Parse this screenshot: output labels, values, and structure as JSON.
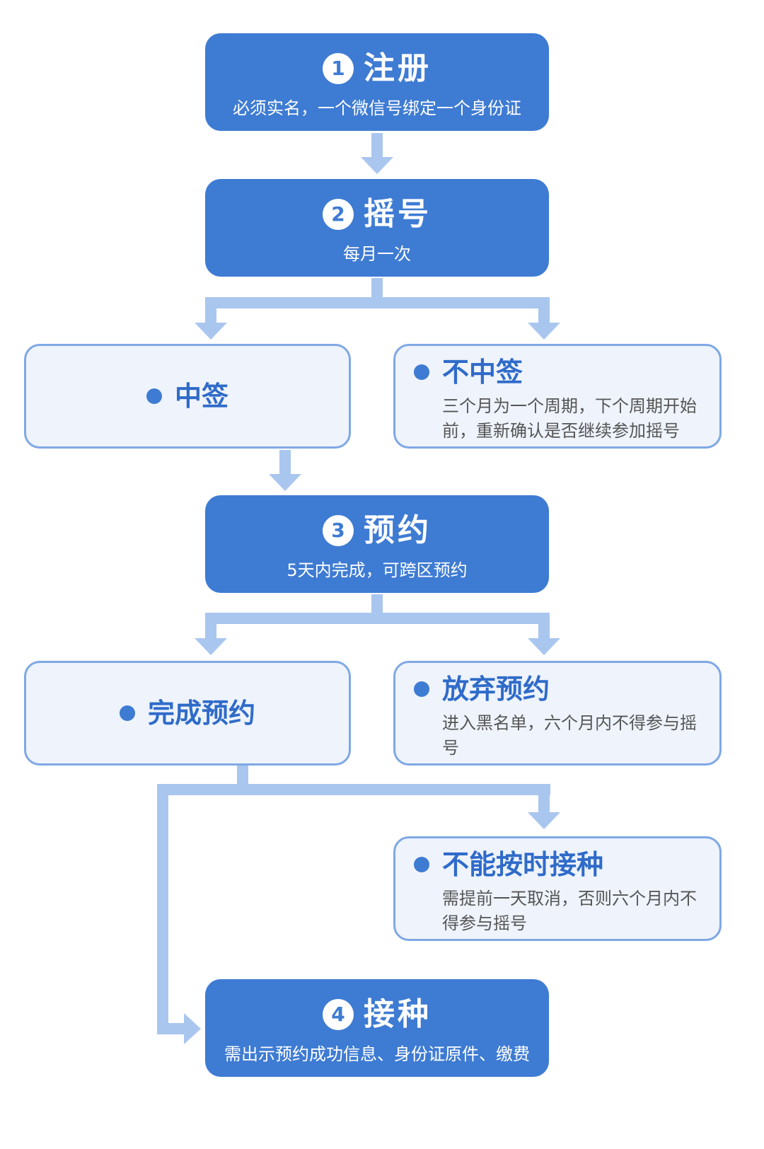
{
  "steps": [
    {
      "num": "1",
      "title": "注册",
      "desc": "必须实名，一个微信号绑定一个身份证"
    },
    {
      "num": "2",
      "title": "摇号",
      "desc": "每月一次"
    },
    {
      "num": "3",
      "title": "预约",
      "desc": "5天内完成，可跨区预约"
    },
    {
      "num": "4",
      "title": "接种",
      "desc": "需出示预约成功信息、身份证原件、缴费"
    }
  ],
  "outcomes": {
    "won": {
      "title": "中签"
    },
    "not_won": {
      "title": "不中签",
      "desc": "三个月为一个周期，下个周期开始前，重新确认是否继续参加摇号"
    },
    "booked": {
      "title": "完成预约"
    },
    "abandon": {
      "title": "放弃预约",
      "desc": "进入黑名单，六个月内不得参与摇号"
    },
    "cannot_attend": {
      "title": "不能按时接种",
      "desc": "需提前一天取消，否则六个月内不得参与摇号"
    }
  },
  "colors": {
    "primary": "#3e7bd3",
    "connector": "#a9c6ef",
    "light_bg": "#eef3fc",
    "border": "#7fa8e4"
  }
}
